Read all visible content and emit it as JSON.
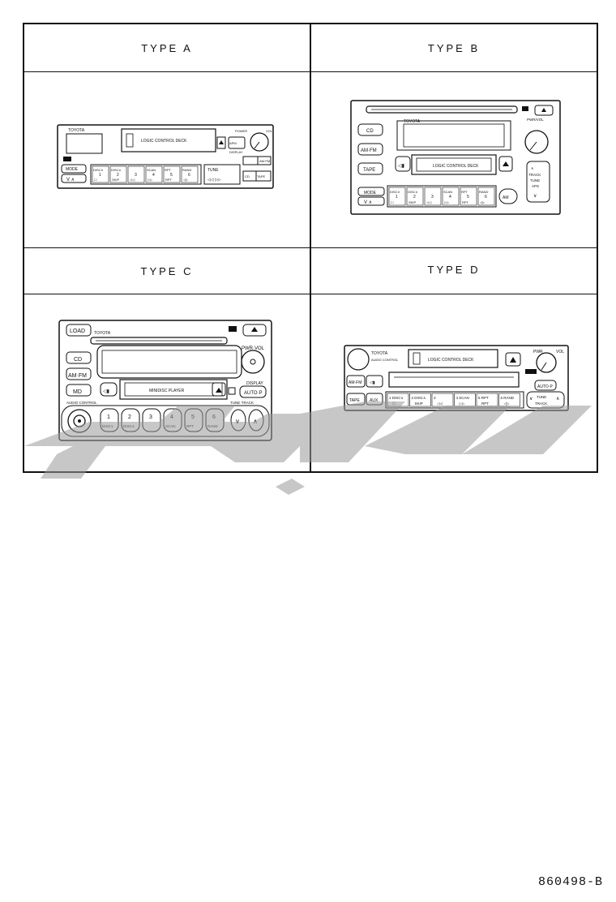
{
  "grid": {
    "types": {
      "a": "TYPE  A",
      "b": "TYPE  B",
      "c": "TYPE  C",
      "d": "TYPE  D"
    }
  },
  "type_a": {
    "brand": "TOYOTA",
    "deck": "LOGIC CONTROL DECK",
    "mode": "MODE",
    "power": "POWER",
    "vol": "VOL",
    "display": "DISPLAY",
    "amfm": "AM·FM",
    "apm": "APM",
    "tune": "TUNE",
    "cd": "CD",
    "tape": "TAPE",
    "buttons": [
      {
        "top": "DISC∨",
        "num": "1",
        "sub": "☐"
      },
      {
        "top": "DISC∧",
        "num": "2",
        "sub": "SKIP"
      },
      {
        "top": "",
        "num": "3",
        "sub": "◁◁"
      },
      {
        "top": "SCAN",
        "num": "4",
        "sub": "▷▷"
      },
      {
        "top": "RPT",
        "num": "5",
        "sub": "RPT"
      },
      {
        "top": "RAND",
        "num": "6",
        "sub": "◁▷"
      }
    ]
  },
  "type_b": {
    "brand": "TOYOTA",
    "deck": "LOGIC CONTROL DECK",
    "cd": "CD",
    "amfm": "AM·FM",
    "tape": "TAPE",
    "mode": "MODE",
    "pwr_vol": "PWR/VOL",
    "track": "TRACK",
    "tune": "TUNE",
    "aps": "APS",
    "buttons": [
      {
        "top": "DISC∨",
        "num": "1",
        "sub": "☐"
      },
      {
        "top": "DISC∧",
        "num": "2",
        "sub": "SKIP"
      },
      {
        "top": "",
        "num": "3",
        "sub": "◁◁"
      },
      {
        "top": "SCAN",
        "num": "4",
        "sub": "▷▷"
      },
      {
        "top": "RPT",
        "num": "5",
        "sub": "RPT"
      },
      {
        "top": "RAND",
        "num": "6",
        "sub": "◁▷"
      }
    ]
  },
  "type_c": {
    "brand": "TOYOTA",
    "load": "LOAD",
    "cd": "CD",
    "amfm": "AM·FM",
    "md": "MD",
    "pwr_vol": "PWR·VOL",
    "player": "MINIDISC PLAYER",
    "display": "DISPLAY",
    "auto_p": "AUTO·P",
    "audio_control": "AUDIO CONTROL",
    "tune_track": "TUNE·TRACK",
    "buttons": [
      {
        "num": "1",
        "sub": "DISC∨"
      },
      {
        "num": "2",
        "sub": "DISC∧"
      },
      {
        "num": "3",
        "sub": ""
      },
      {
        "num": "4",
        "sub": "SCAN"
      },
      {
        "num": "5",
        "sub": "RPT"
      },
      {
        "num": "6",
        "sub": "RAND"
      }
    ]
  },
  "type_d": {
    "brand": "TOYOTA",
    "deck": "LOGIC CONTROL DECK",
    "audio_control": "AUDIO CONTROL",
    "amfm": "AM·FM",
    "tape": "TAPE",
    "aux": "AUX",
    "pwr": "PWR",
    "vol": "VOL",
    "auto_p": "AUTO·P",
    "tune": "TUNE",
    "track": "TRACK",
    "buttons": [
      {
        "num": "1",
        "top": "DISC∨",
        "sub": "☐"
      },
      {
        "num": "2",
        "top": "DISC∧",
        "sub": "SKIP"
      },
      {
        "num": "3",
        "top": "",
        "sub": "◁◁"
      },
      {
        "num": "4",
        "top": "SCAN",
        "sub": "▷▷"
      },
      {
        "num": "5",
        "top": "RPT",
        "sub": "RPT"
      },
      {
        "num": "6",
        "top": "RAND",
        "sub": "◁▷"
      }
    ]
  },
  "figure_id": "860498-B",
  "watermark_color": "#9a9a9a"
}
